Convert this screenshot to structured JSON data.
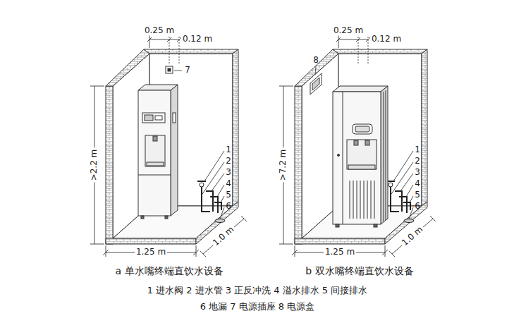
{
  "diagram": {
    "labels": [
      "0.25 m",
      "7",
      "0.12 m",
      ">2.2 m",
      "1",
      "2",
      "3",
      "4",
      "5",
      "6",
      "1.25 m",
      "1.0 m",
      "0.25 m",
      "0.12 m",
      "8",
      ">7.2 m",
      "1",
      "2",
      "3",
      "4",
      "5",
      "6",
      "1.25 m",
      "1.0 m",
      "a 单水嘴终端直饮水设备",
      "b 双水嘴终端直饮水设备",
      "1 进水阀 2 进水管 3 正反冲洗 4 溢水排水 5 间接排水",
      "6 地漏 7 电源插座 8 电源盒"
    ]
  }
}
